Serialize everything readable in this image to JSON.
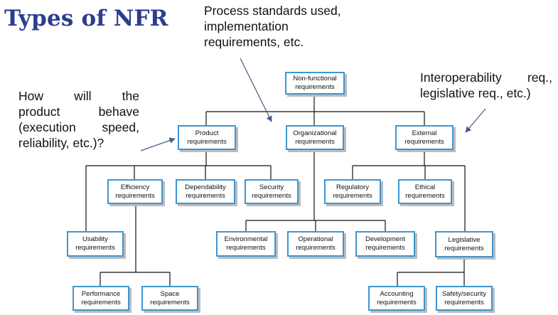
{
  "title": "Types of NFR",
  "notes": {
    "top": [
      "Process standards used,",
      "implementation",
      "requirements, etc."
    ],
    "left": [
      "How will the",
      "product behave",
      "(execution speed,",
      "reliability, etc.)?"
    ],
    "right": [
      "Interoperability req.,",
      "legislative req., etc.)"
    ]
  },
  "nodes": {
    "nonfunctional": [
      "Non-functional",
      "requirements"
    ],
    "product": [
      "Product",
      "requirements"
    ],
    "organizational": [
      "Organizational",
      "requirements"
    ],
    "external": [
      "External",
      "requirements"
    ],
    "efficiency": [
      "Efficiency",
      "requirements"
    ],
    "dependability": [
      "Dependability",
      "requirements"
    ],
    "security": [
      "Security",
      "requirements"
    ],
    "regulatory": [
      "Regulatory",
      "requirements"
    ],
    "ethical": [
      "Ethical",
      "requirements"
    ],
    "usability": [
      "Usability",
      "requirements"
    ],
    "environmental": [
      "Environmental",
      "requirements"
    ],
    "operational": [
      "Operational",
      "requirements"
    ],
    "development": [
      "Development",
      "requirements"
    ],
    "legislative": [
      "Legislative",
      "requirements"
    ],
    "performance": [
      "Performance",
      "requirements"
    ],
    "space": [
      "Space",
      "requirements"
    ],
    "accounting": [
      "Accounting",
      "requirements"
    ],
    "safety": [
      "Safety/security",
      "requirements"
    ]
  }
}
